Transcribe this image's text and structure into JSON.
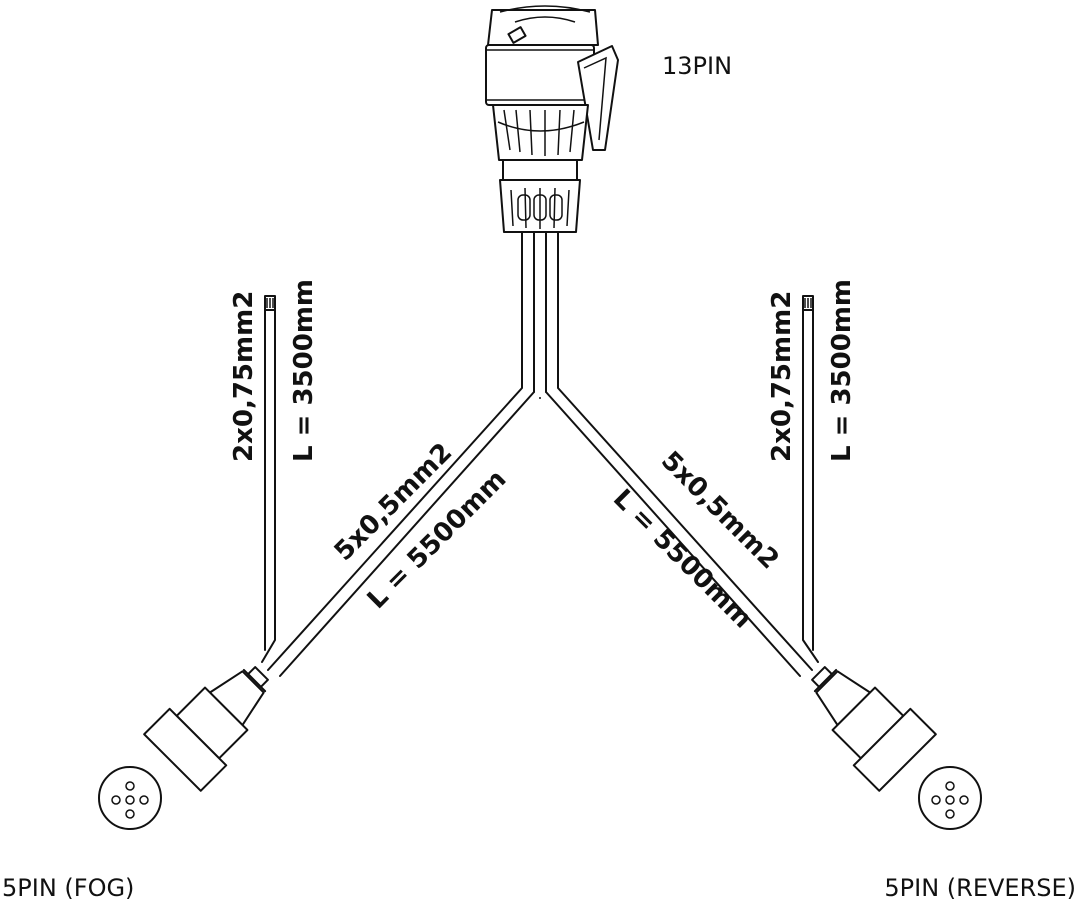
{
  "plug_13pin": {
    "label": "13PIN"
  },
  "main_branch_left": {
    "wire_spec": "5x0,5mm2",
    "length": "L = 5500mm"
  },
  "main_branch_right": {
    "wire_spec": "5x0,5mm2",
    "length": "L = 5500mm"
  },
  "side_wire_left": {
    "wire_spec": "2x0,75mm2",
    "length": "L = 3500mm"
  },
  "side_wire_right": {
    "wire_spec": "2x0,75mm2",
    "length": "L = 3500mm"
  },
  "socket_left": {
    "label": "5PIN (FOG)"
  },
  "socket_right": {
    "label": "5PIN (REVERSE)"
  }
}
